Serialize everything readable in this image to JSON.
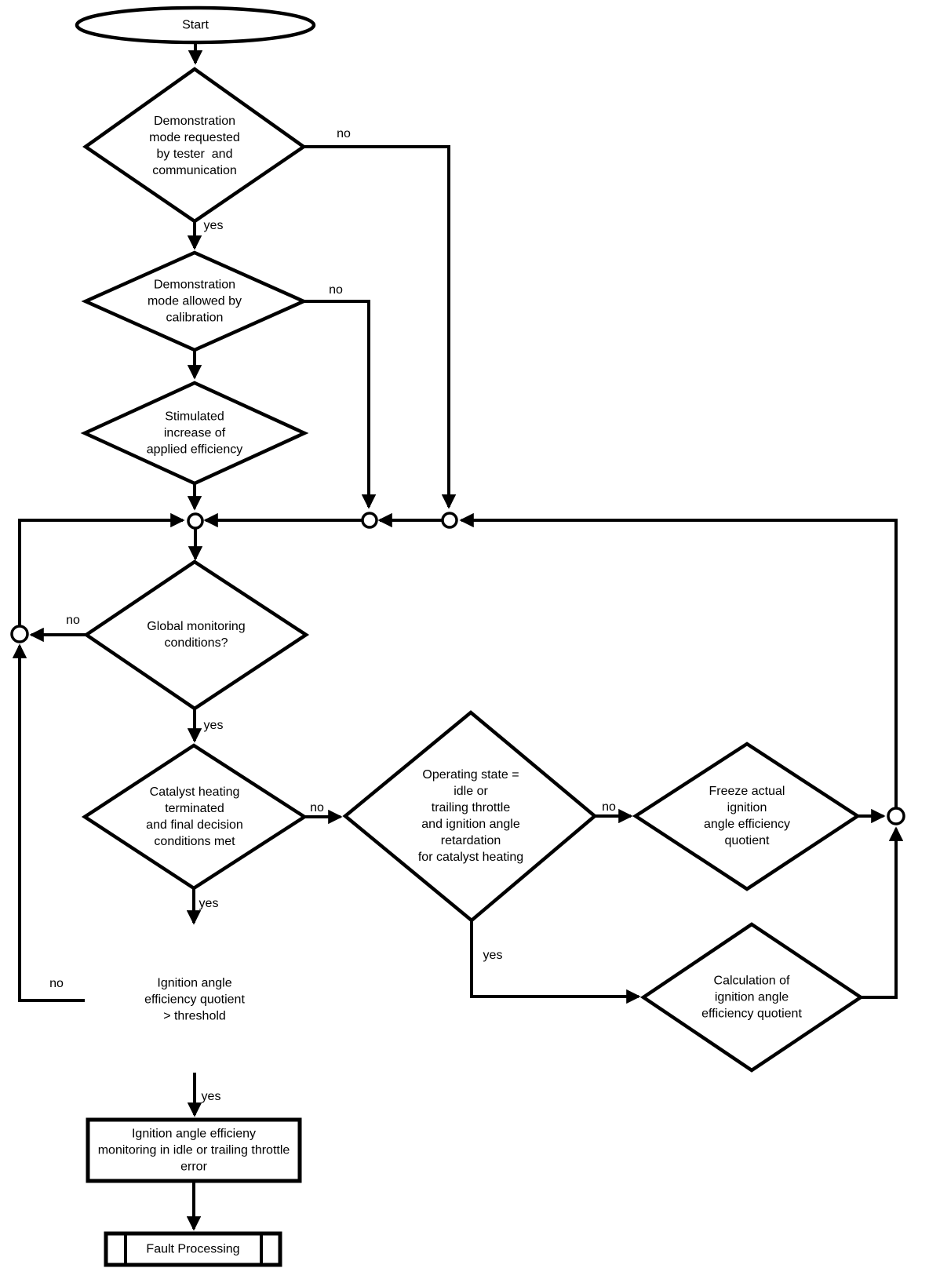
{
  "diagram": {
    "title": "Ignition angle efficiency monitoring flowchart",
    "background_color": "#ffffff",
    "stroke_color": "#000000",
    "nodes": {
      "start": {
        "type": "terminator",
        "label": "Start"
      },
      "demo_requested": {
        "type": "decision",
        "label": "Demonstration\nmode requested\nby tester  and\ncommunication"
      },
      "demo_allowed": {
        "type": "decision",
        "label": "Demonstration\nmode allowed by\ncalibration"
      },
      "stimulated_increase": {
        "type": "decision",
        "label": "Stimulated\nincrease of\napplied efficiency"
      },
      "global_monitoring": {
        "type": "decision",
        "label": "Global monitoring\nconditions?"
      },
      "catalyst_heating": {
        "type": "decision",
        "label": "Catalyst heating\nterminated\nand final decision\nconditions met"
      },
      "operating_state": {
        "type": "decision",
        "label": "Operating state =\nidle or\ntrailing throttle\nand ignition angle\nretardation\nfor catalyst heating"
      },
      "freeze_quotient": {
        "type": "decision",
        "label": "Freeze actual\nignition\nangle efficiency\nquotient"
      },
      "calc_quotient": {
        "type": "decision",
        "label": "Calculation of\nignition angle\nefficiency quotient"
      },
      "monitoring_error": {
        "type": "process",
        "label": "Ignition angle efficieny\nmonitoring in idle or trailing throttle\nerror"
      },
      "fault_processing": {
        "type": "predefined-process",
        "label": "Fault Processing"
      },
      "junction_0": {
        "type": "junction",
        "label": ""
      },
      "junction_1": {
        "type": "junction",
        "label": ""
      },
      "junction_2": {
        "type": "junction",
        "label": ""
      },
      "junction_3": {
        "type": "junction",
        "label": ""
      },
      "junction_4": {
        "type": "junction",
        "label": ""
      }
    },
    "flow": [
      {
        "from": "start",
        "to": "demo_requested",
        "label": ""
      },
      {
        "from": "demo_requested",
        "to": "demo_allowed",
        "label": "yes"
      },
      {
        "from": "demo_requested",
        "to": "junction_3",
        "label": "no"
      },
      {
        "from": "demo_allowed",
        "to": "stimulated_increase",
        "label": ""
      },
      {
        "from": "demo_allowed",
        "to": "junction_2",
        "label": "no"
      },
      {
        "from": "stimulated_increase",
        "to": "junction_1",
        "label": ""
      },
      {
        "from": "junction_3",
        "to": "junction_2",
        "label": ""
      },
      {
        "from": "junction_2",
        "to": "junction_1",
        "label": ""
      },
      {
        "from": "junction_1",
        "to": "global_monitoring",
        "label": ""
      },
      {
        "from": "global_monitoring",
        "to": "catalyst_heating",
        "label": "yes"
      },
      {
        "from": "global_monitoring",
        "to": "junction_0",
        "label": "no"
      },
      {
        "from": "junction_0",
        "to": "junction_1",
        "label": ""
      },
      {
        "from": "catalyst_heating",
        "to": "ignition_quotient_threshold",
        "label": "yes"
      },
      {
        "from": "catalyst_heating",
        "to": "operating_state",
        "label": "no"
      },
      {
        "from": "ignition_quotient_threshold",
        "to": "junction_0",
        "label": "no"
      },
      {
        "from": "ignition_quotient_threshold",
        "to": "monitoring_error",
        "label": "yes"
      },
      {
        "from": "monitoring_error",
        "to": "fault_processing",
        "label": ""
      },
      {
        "from": "operating_state",
        "to": "freeze_quotient",
        "label": "no"
      },
      {
        "from": "operating_state",
        "to": "calc_quotient",
        "label": "yes"
      },
      {
        "from": "freeze_quotient",
        "to": "junction_4",
        "label": ""
      },
      {
        "from": "calc_quotient",
        "to": "junction_4",
        "label": ""
      },
      {
        "from": "junction_4",
        "to": "junction_3",
        "label": ""
      }
    ],
    "extra_nodes": {
      "ignition_quotient_threshold": {
        "type": "decision",
        "label": "Ignition angle\nefficiency quotient\n> threshold"
      }
    }
  }
}
